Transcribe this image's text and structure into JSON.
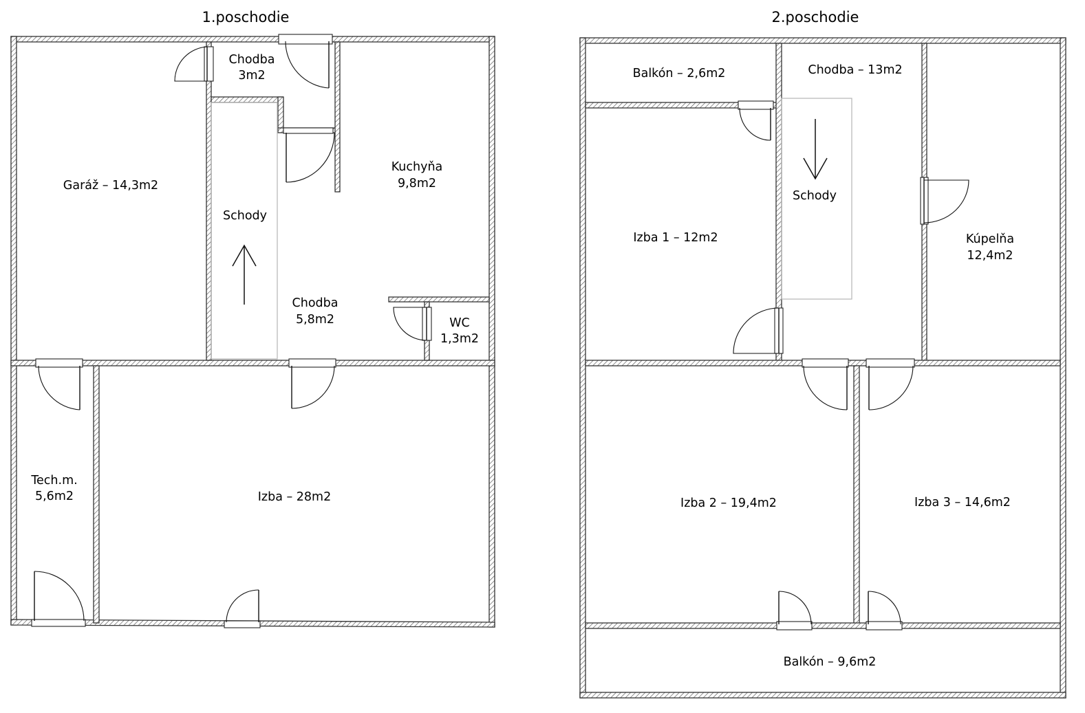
{
  "floors": [
    {
      "title": "1.poschodie",
      "rooms": {
        "garaz": [
          "Garáž – 14,3m2"
        ],
        "chodba_small": [
          "Chodba",
          "3m2"
        ],
        "kuchyna": [
          "Kuchyňa",
          "9,8m2"
        ],
        "schody": [
          "Schody"
        ],
        "chodba_main": [
          "Chodba",
          "5,8m2"
        ],
        "wc": [
          "WC",
          "1,3m2"
        ],
        "tech": [
          "Tech.m.",
          "5,6m2"
        ],
        "izba": [
          "Izba – 28m2"
        ]
      }
    },
    {
      "title": "2.poschodie",
      "rooms": {
        "balkon_top": [
          "Balkón – 2,6m2"
        ],
        "chodba": [
          "Chodba – 13m2"
        ],
        "schody": [
          "Schody"
        ],
        "izba1": [
          "Izba 1 – 12m2"
        ],
        "kupelna": [
          "Kúpelňa",
          "12,4m2"
        ],
        "izba2": [
          "Izba 2 – 19,4m2"
        ],
        "izba3": [
          "Izba 3 – 14,6m2"
        ],
        "balkon_bottom": [
          "Balkón – 9,6m2"
        ]
      }
    }
  ]
}
